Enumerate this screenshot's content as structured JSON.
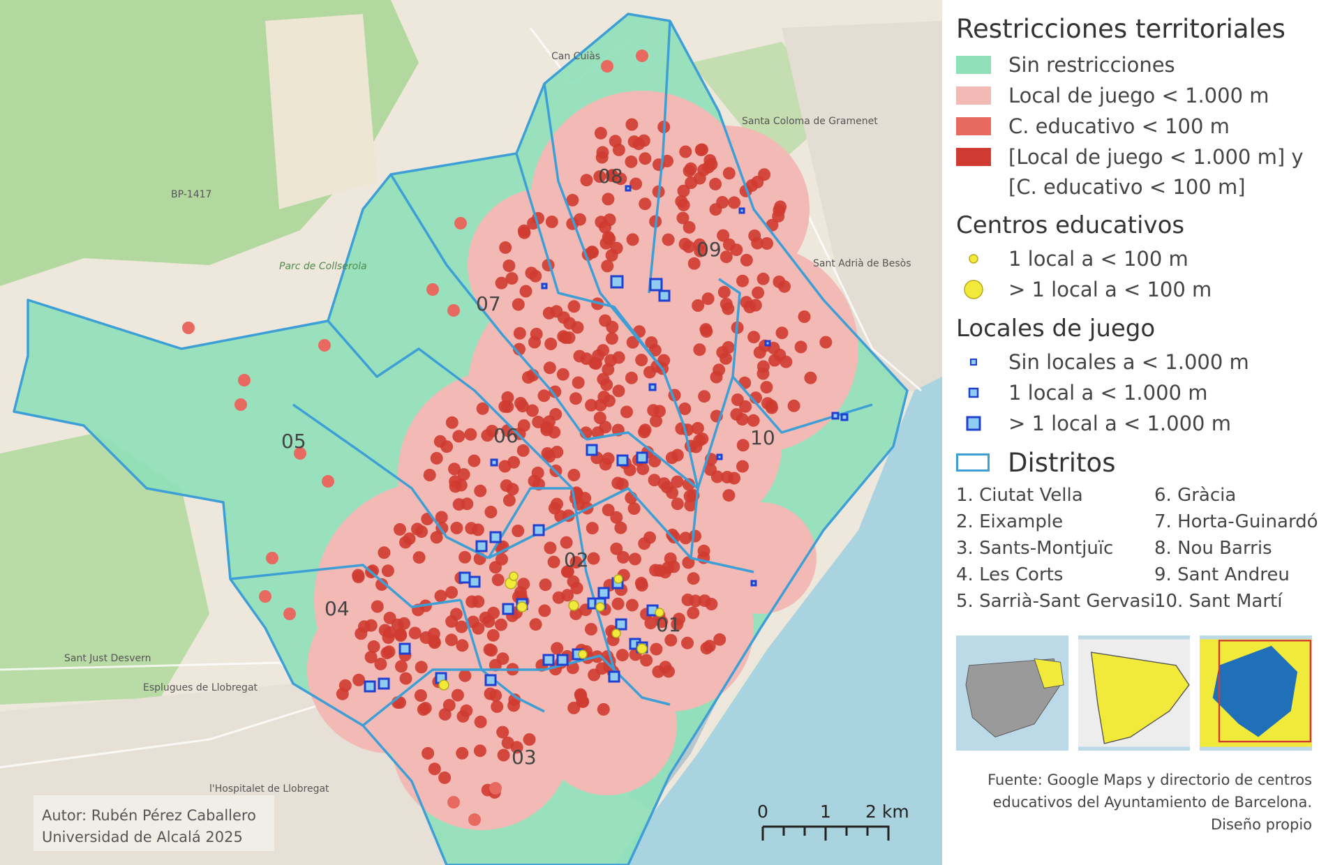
{
  "legend": {
    "title": "Restricciones territoriales",
    "items": [
      {
        "label": "Sin restricciones",
        "color": "#8fe0b9"
      },
      {
        "label": "Local de juego < 1.000 m",
        "color": "#f3b9b4"
      },
      {
        "label": "C. educativo < 100 m",
        "color": "#e8695f"
      },
      {
        "label": "[Local de juego < 1.000 m] y",
        "label2": "[C. educativo < 100 m]",
        "color": "#cf3b30"
      }
    ],
    "schools_title": "Centros educativos",
    "schools": [
      {
        "label": "1 local a < 100 m",
        "size": "small"
      },
      {
        "label": "> 1 local a < 100 m",
        "size": "large"
      }
    ],
    "venues_title": "Locales de juego",
    "venues": [
      {
        "label": "Sin locales a < 1.000 m",
        "size": "small"
      },
      {
        "label": "1 local a < 1.000 m",
        "size": "medium"
      },
      {
        "label": "> 1 local a < 1.000 m",
        "size": "large"
      }
    ],
    "districts_title": "Distritos",
    "districts": [
      "1. Ciutat Vella",
      "6. Gràcia",
      "2. Eixample",
      "7. Horta-Guinardó",
      "3. Sants-Montjuïc",
      "8. Nou Barris",
      "4. Les Corts",
      "9. Sant Andreu",
      "5. Sarrià-Sant Gervasi",
      "10. Sant Martí"
    ]
  },
  "map": {
    "district_labels": [
      "01",
      "02",
      "03",
      "04",
      "05",
      "06",
      "07",
      "08",
      "09",
      "10"
    ],
    "places": [
      "Sant Just Desvern",
      "Esplugues de Llobregat",
      "Santa Coloma de Gramenet",
      "Sant Adrià de Besòs",
      "Parc de Collserola",
      "l'Hospitalet de Llobregat",
      "BP-1417",
      "Can Cuiàs"
    ],
    "author_line1": "Autor: Rubén Pérez Caballero",
    "author_line2": "Universidad de Alcalá 2025",
    "scale": {
      "labels": [
        "0",
        "1",
        "2 km"
      ]
    }
  },
  "source": {
    "line1": "Fuente: Google Maps y directorio de centros",
    "line2": "educativos del Ayuntamiento de Barcelona.",
    "line3": "Diseño propio"
  },
  "colors": {
    "sea": "#a9d3df",
    "land": "#efe9df",
    "forest": "#acd39b",
    "district_border": "#3d9fd6",
    "school": "#f2ea3b",
    "venue": "#1f3fd1"
  }
}
